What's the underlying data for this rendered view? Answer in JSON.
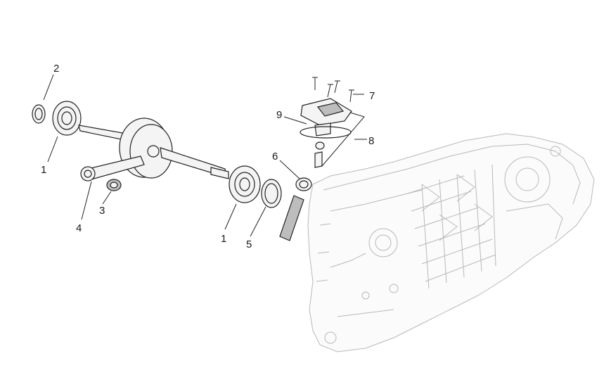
{
  "callouts": [
    {
      "id": "c1a",
      "text": "1"
    },
    {
      "id": "c2",
      "text": "2"
    },
    {
      "id": "c3",
      "text": "3"
    },
    {
      "id": "c4",
      "text": "4"
    },
    {
      "id": "c1b",
      "text": "1"
    },
    {
      "id": "c5",
      "text": "5"
    },
    {
      "id": "c6",
      "text": "6"
    },
    {
      "id": "c9",
      "text": "9"
    },
    {
      "id": "c7",
      "text": "7"
    },
    {
      "id": "c8",
      "text": "8"
    }
  ]
}
